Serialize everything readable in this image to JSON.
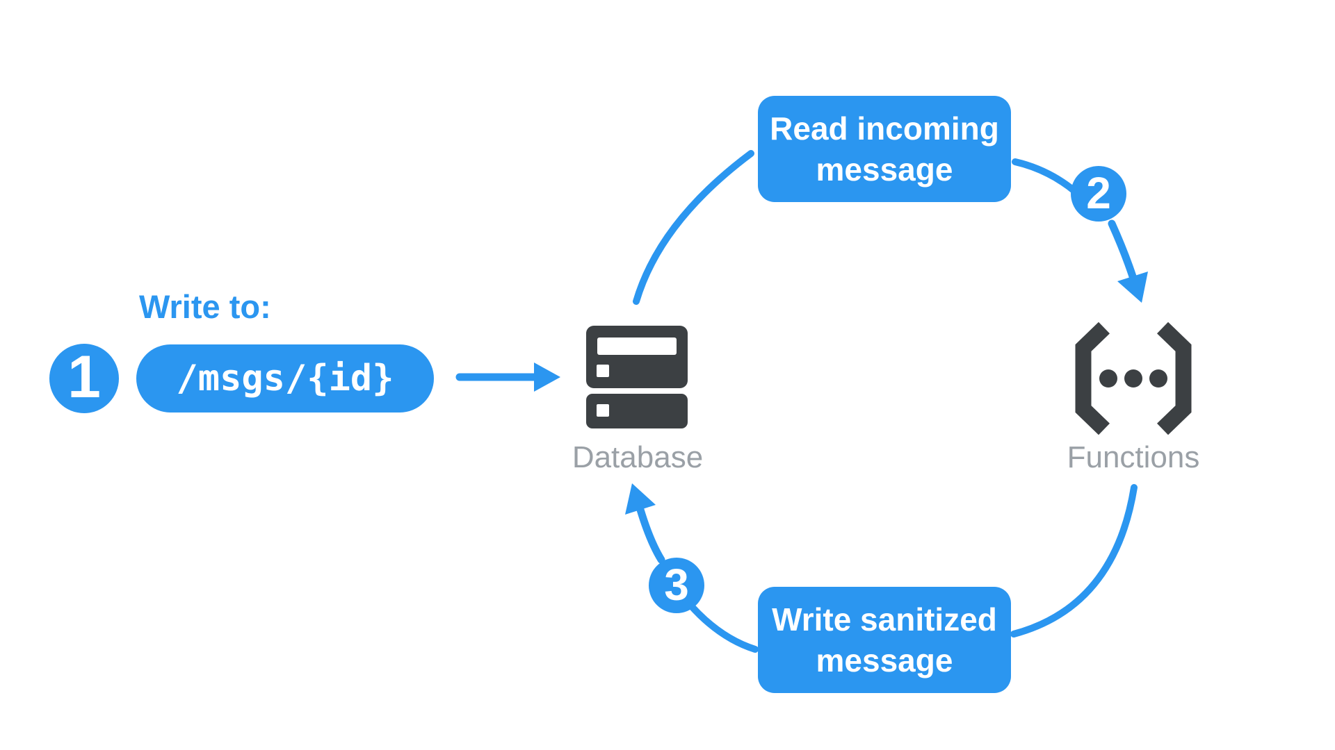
{
  "diagram": {
    "write_to": {
      "label": "Write to:",
      "step": "1",
      "path": "/msgs/{id}"
    },
    "cycle": {
      "read_box": {
        "label": "Read incoming message",
        "line1": "Read incoming",
        "line2": "message"
      },
      "step_2": "2",
      "write_box": {
        "label": "Write sanitized message",
        "line1": "Write sanitized",
        "line2": "message"
      },
      "step_3": "3"
    },
    "nodes": {
      "database": {
        "label": "Database"
      },
      "functions": {
        "label": "Functions"
      }
    },
    "colors": {
      "accent_blue": "#2B96F0",
      "icon_dark": "#3C4043",
      "label_gray": "#9AA0A6",
      "text_on_blue": "#FFFFFF",
      "background": "#FFFFFF"
    }
  }
}
